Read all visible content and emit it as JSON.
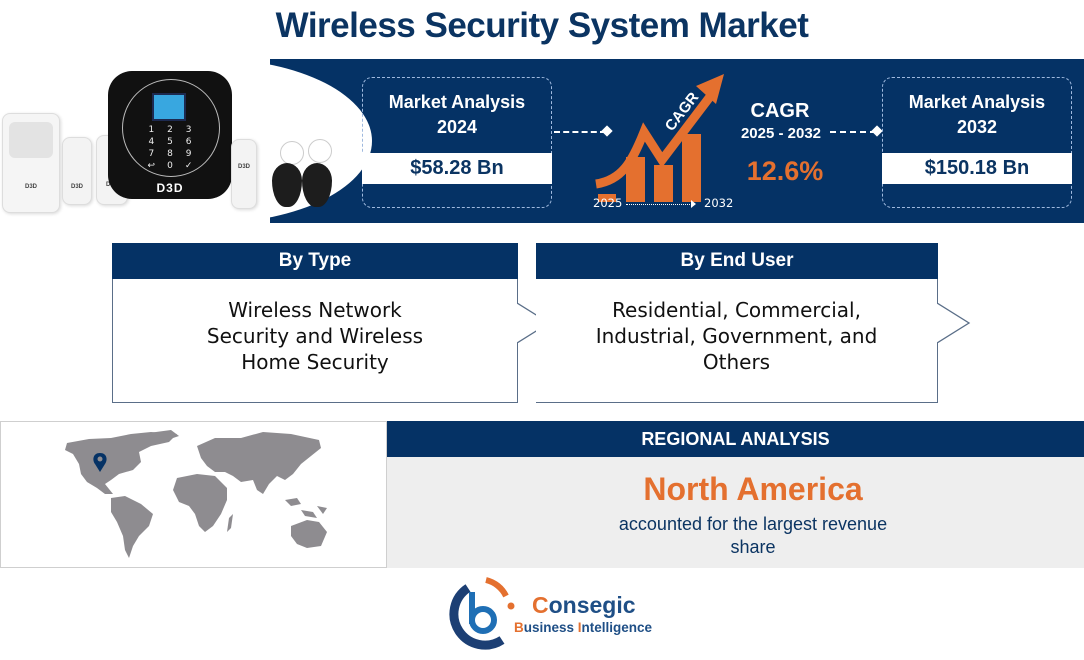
{
  "header": {
    "title": "Wireless Security System Market"
  },
  "hero": {
    "product_brand": "D3D",
    "keypad_keys": [
      "1",
      "2",
      "3",
      "4",
      "5",
      "6",
      "7",
      "8",
      "9",
      "↩",
      "0",
      "✓"
    ],
    "market_2024": {
      "label": "Market Analysis",
      "year": "2024",
      "value": "$58.28 Bn"
    },
    "cagr": {
      "graphic_label": "CAGR",
      "heading": "CAGR",
      "range": "2025 - 2032",
      "value": "12.6%",
      "axis_start": "2025",
      "axis_end": "2032"
    },
    "market_2032": {
      "label": "Market Analysis",
      "year": "2032",
      "value": "$150.18 Bn"
    }
  },
  "segments": [
    {
      "heading": "By Type",
      "text": "Wireless Network Security and Wireless Home Security"
    },
    {
      "heading": "By End User",
      "text": "Residential, Commercial, Industrial, Government, and Others"
    }
  ],
  "regional": {
    "heading": "REGIONAL ANALYSIS",
    "region": "North America",
    "description": "accounted for the largest revenue share",
    "map_icon": "location-pin-icon"
  },
  "logo": {
    "name_first_letter": "C",
    "name_rest": "onsegic",
    "sub_b": "B",
    "sub_usiness": "usiness ",
    "sub_i": "I",
    "sub_ntelligence": "ntelligence"
  },
  "colors": {
    "navy": "#053265",
    "title_navy": "#0b3462",
    "orange": "#e4702f",
    "map_gray": "#8e8c90",
    "panel_gray": "#eeeeee"
  }
}
